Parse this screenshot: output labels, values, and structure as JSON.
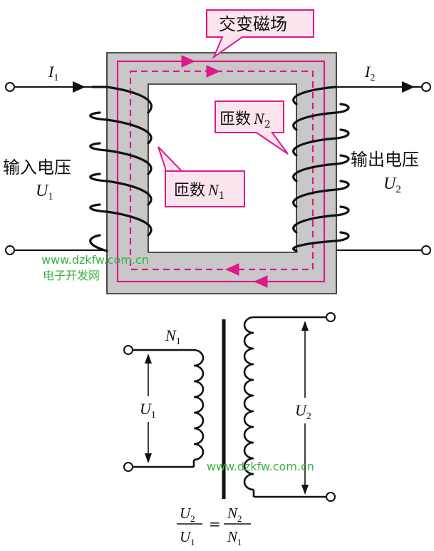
{
  "top": {
    "flux_label": "交变磁场",
    "primary_turns_label": "匝数",
    "primary_turns_symbol": "N",
    "primary_turns_sub": "1",
    "secondary_turns_label": "匝数",
    "secondary_turns_symbol": "N",
    "secondary_turns_sub": "2",
    "input_label": "输入电压",
    "input_symbol": "U",
    "input_sub": "1",
    "output_label": "输出电压",
    "output_symbol": "U",
    "output_sub": "2",
    "current_in_symbol": "I",
    "current_in_sub": "1",
    "current_out_symbol": "I",
    "current_out_sub": "2"
  },
  "bottom": {
    "n1_symbol": "N",
    "n1_sub": "1",
    "u1_symbol": "U",
    "u1_sub": "1",
    "u2_symbol": "U",
    "u2_sub": "2",
    "formula": {
      "lhs_num": "U",
      "lhs_num_sub": "2",
      "lhs_den": "U",
      "lhs_den_sub": "1",
      "equals": "=",
      "rhs_num": "N",
      "rhs_num_sub": "2",
      "rhs_den": "N",
      "rhs_den_sub": "1"
    }
  },
  "watermark": {
    "url": "www.dzkfw.com.cn",
    "site_name": "电子开发网",
    "url_2": "www.dzkfw.com.cn"
  },
  "colors": {
    "core": "#c8c8c8",
    "core_outline": "#222222",
    "flux": "#e0188a",
    "callout_fill": "#fce4ef",
    "wire": "#111111",
    "watermark": "#3cb043"
  }
}
